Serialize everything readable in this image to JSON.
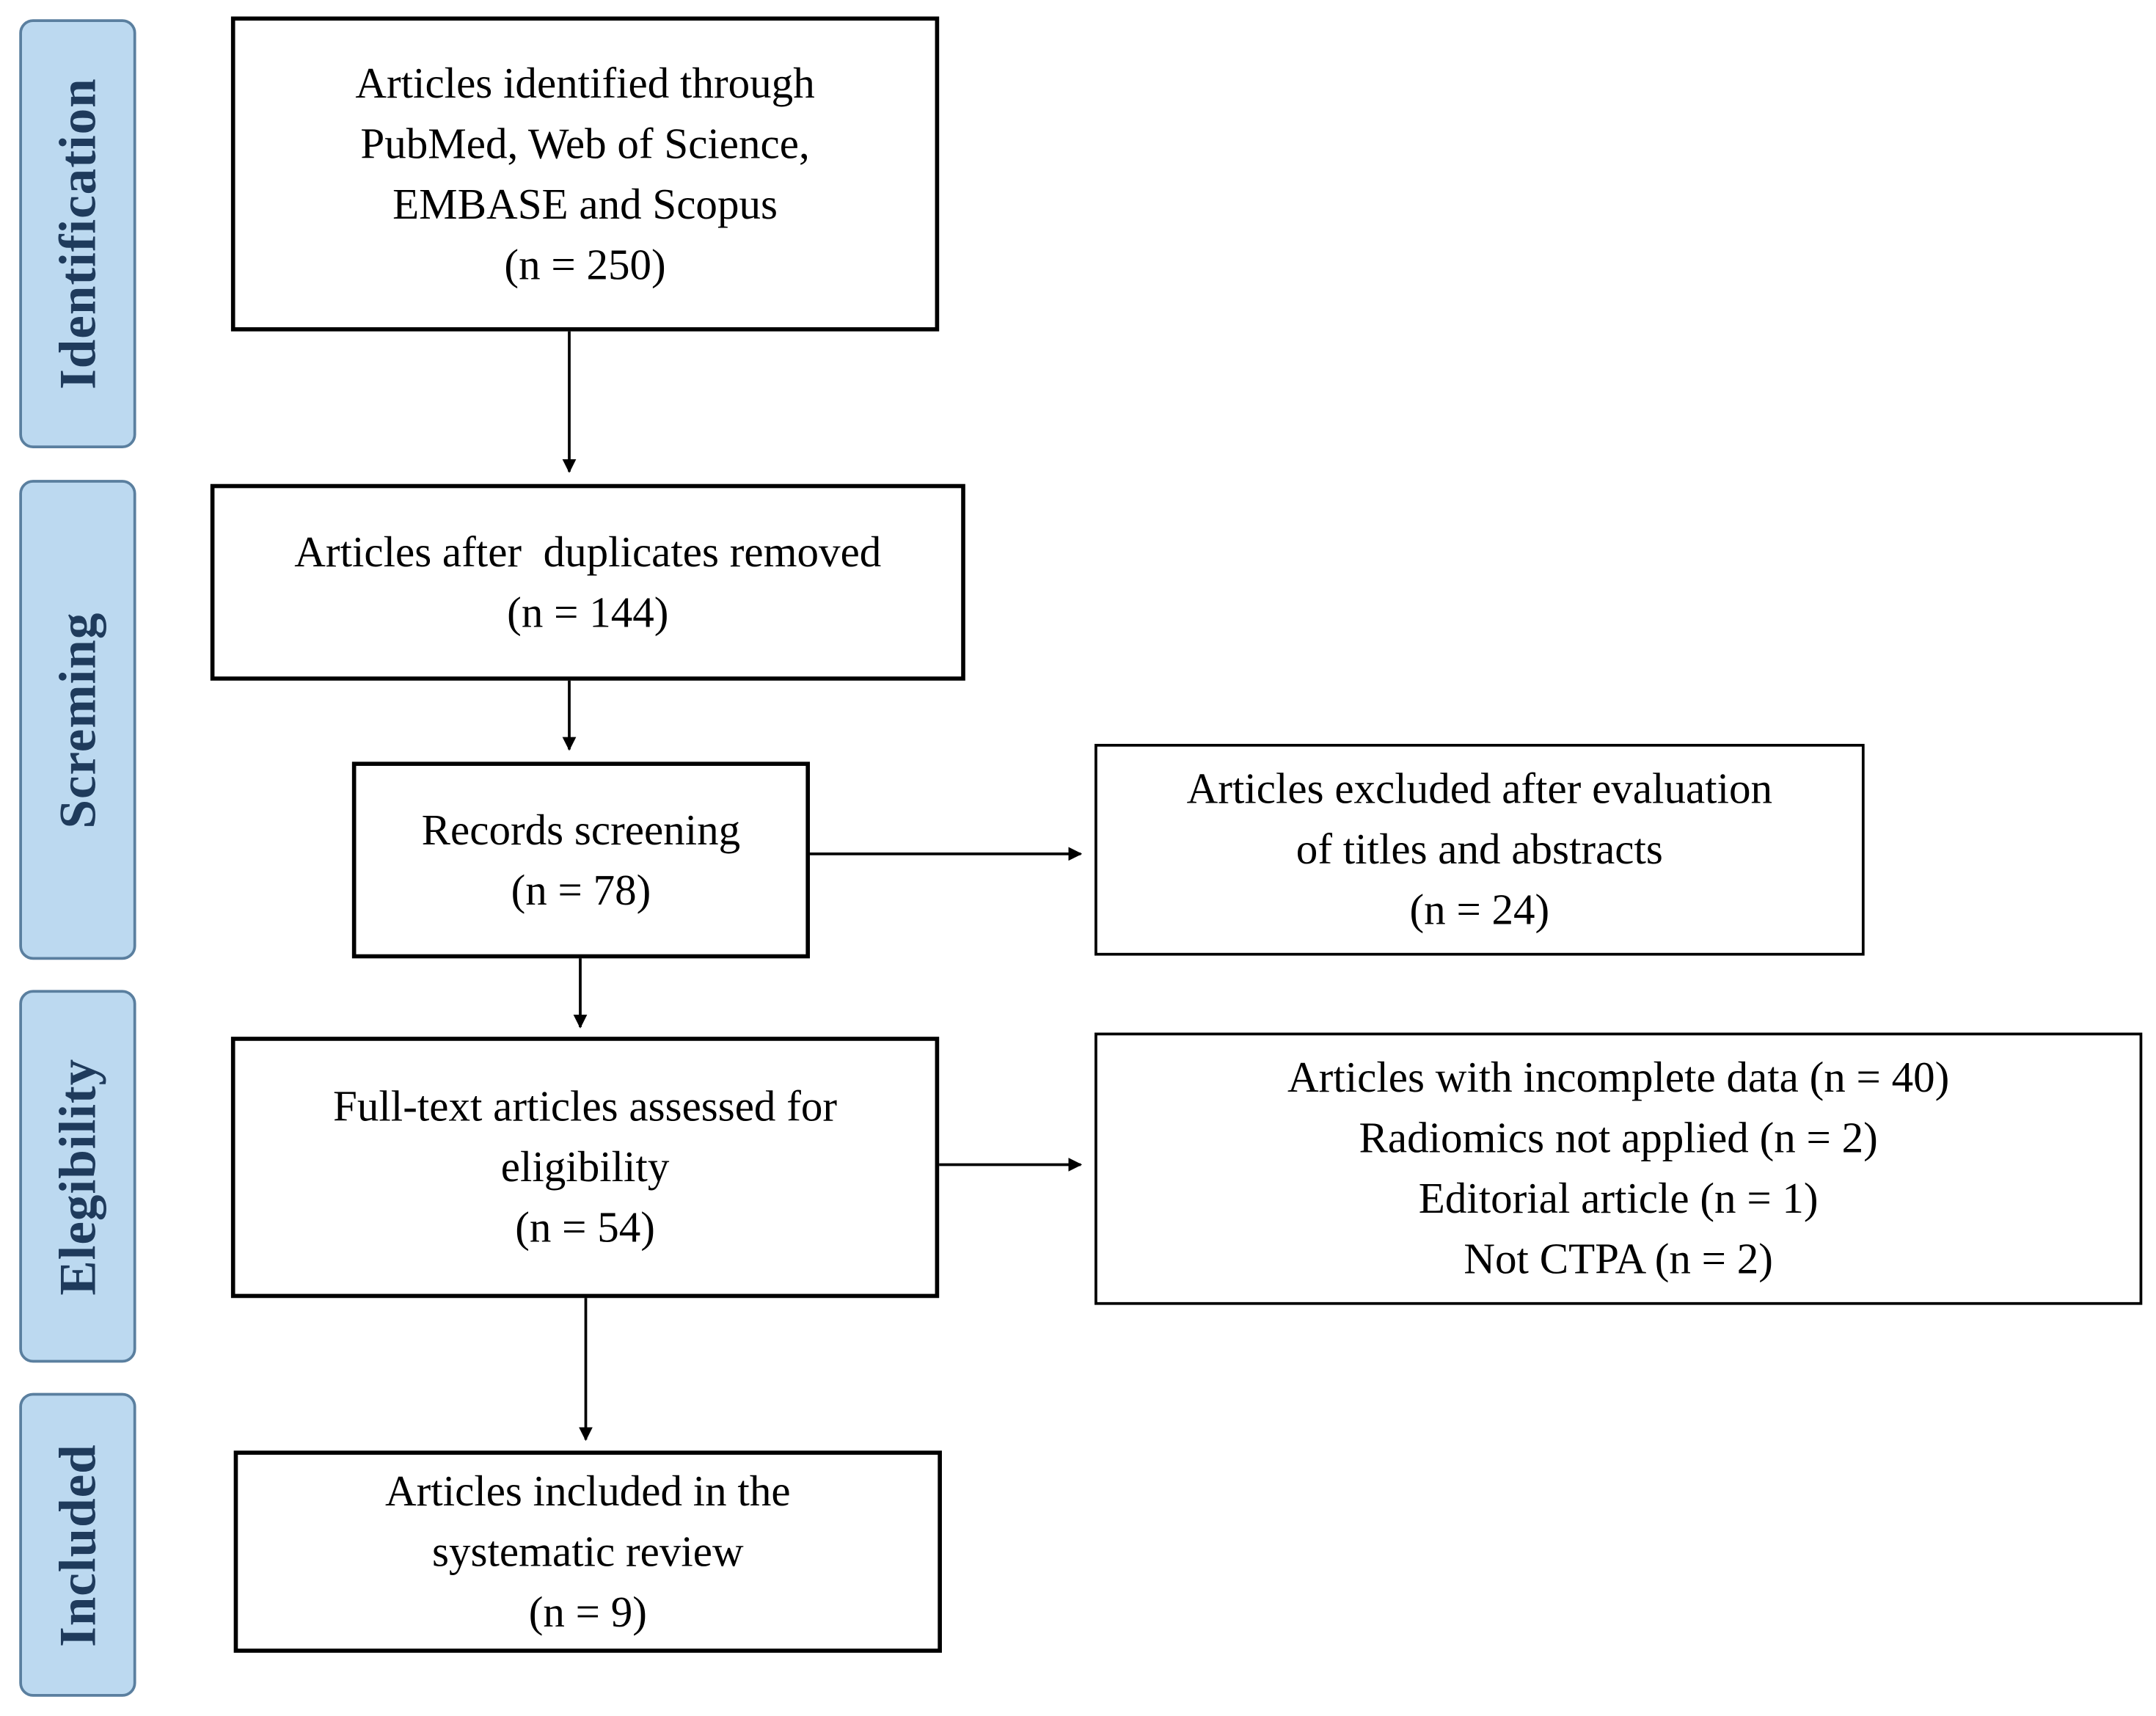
{
  "phases": {
    "identification": "Identification",
    "screening": "Screming",
    "eligibility": "Elegibility",
    "included": "Included"
  },
  "boxes": {
    "identified": {
      "lines": [
        "Articles identified through",
        "PubMed, Web of Science,",
        "EMBASE and Scopus",
        "(n = 250)"
      ]
    },
    "duplicates_removed": {
      "lines": [
        "Articles after  duplicates removed",
        "(n = 144)"
      ]
    },
    "records_screening": {
      "lines": [
        "Records screening",
        "(n = 78)"
      ]
    },
    "excluded_titles": {
      "lines": [
        "Articles excluded after evaluation",
        "of titles and abstracts",
        "(n = 24)"
      ]
    },
    "full_text": {
      "lines": [
        "Full-text articles assessed for",
        "eligibility",
        "(n = 54)"
      ]
    },
    "excluded_reasons": {
      "lines": [
        "Articles with incomplete data (n = 40)",
        "Radiomics not applied (n = 2)",
        "Editorial article (n = 1)",
        "Not CTPA (n = 2)"
      ]
    },
    "included": {
      "lines": [
        "Articles included in the",
        "systematic review",
        "(n = 9)"
      ]
    }
  },
  "colors": {
    "phase_fill": "#bcd9f0",
    "phase_border": "#5a7f9f",
    "phase_text": "#1f3b5c",
    "box_border": "#000000",
    "arrow": "#000000"
  }
}
